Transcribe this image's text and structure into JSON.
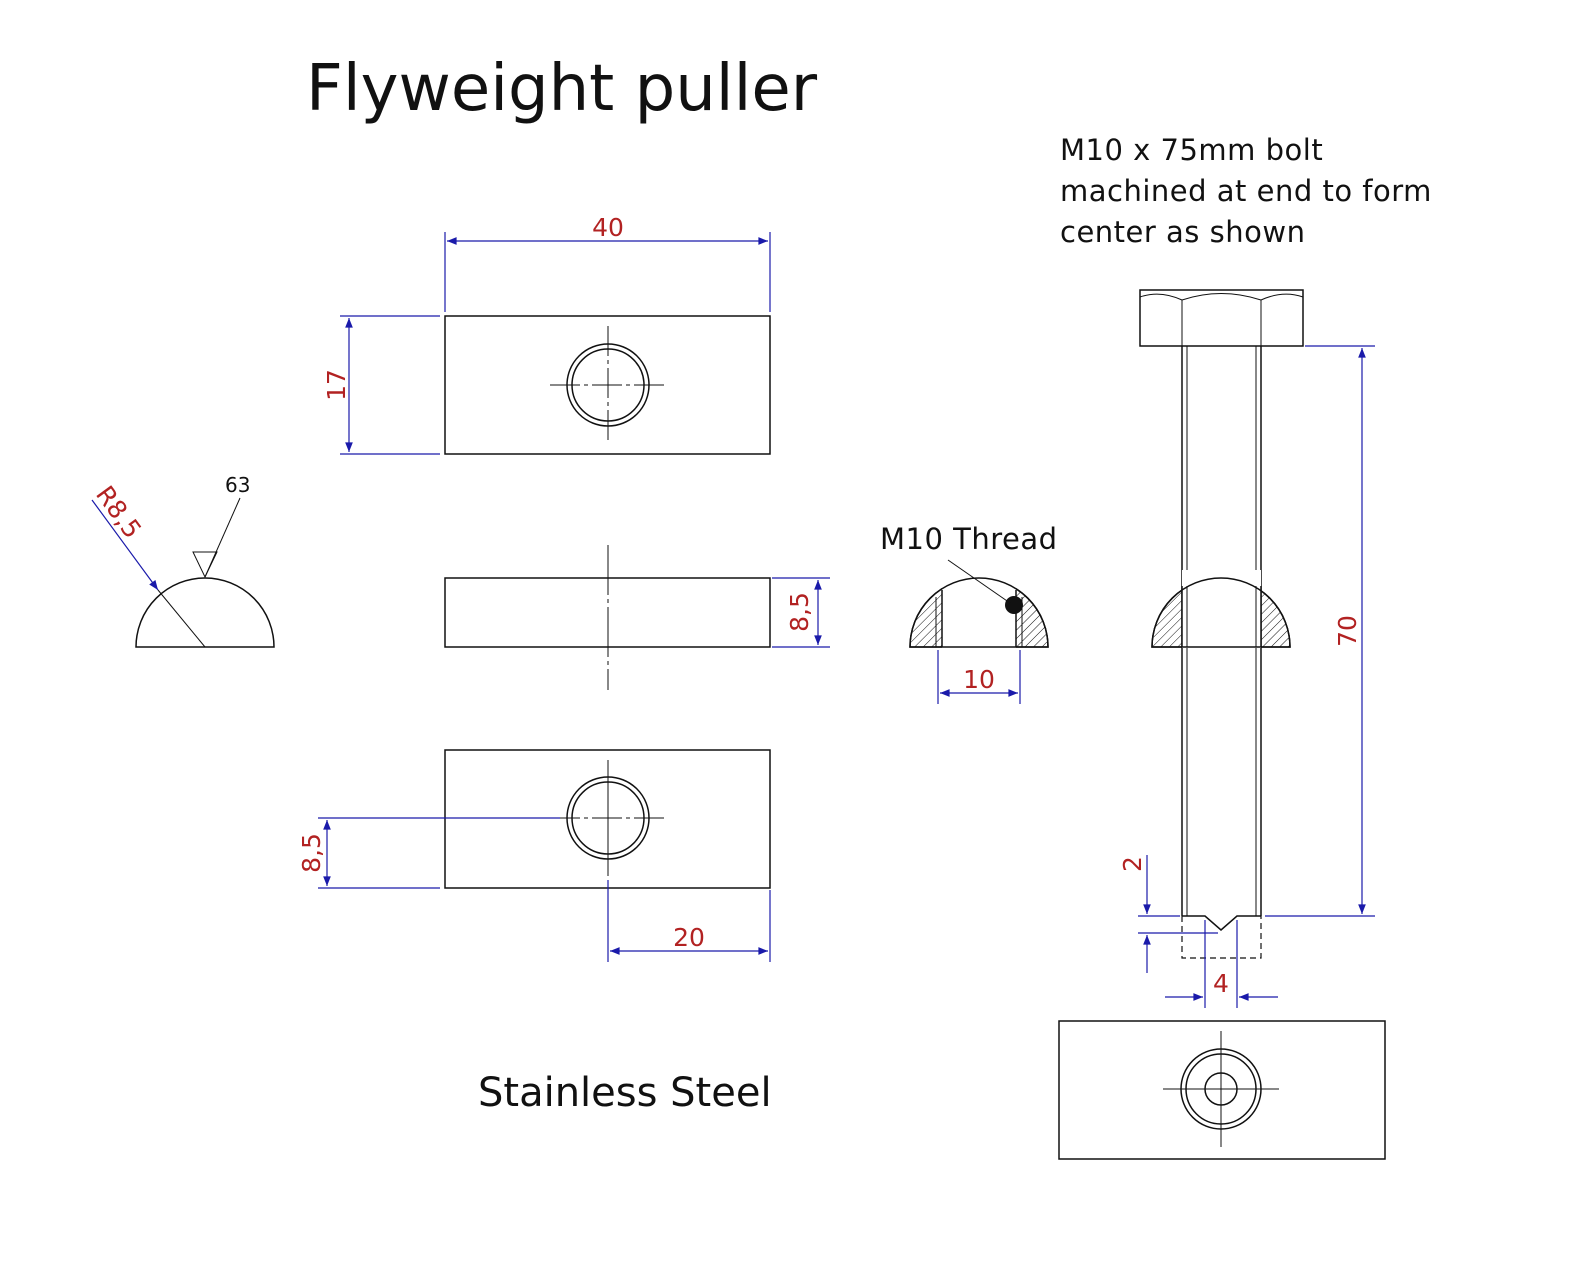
{
  "title": "Flyweight puller",
  "bolt_note": {
    "line1": "M10 x 75mm bolt",
    "line2": "machined at end to form",
    "line3": "center as shown"
  },
  "material": "Stainless Steel",
  "thread_callout": "M10 Thread",
  "surface_finish": "63",
  "radius_label": "R8,5",
  "dimensions": {
    "block_length": "40",
    "block_height": "17",
    "side_height": "8,5",
    "hole_offset_vertical": "8,5",
    "hole_offset_horizontal": "20",
    "thread_width": "10",
    "bolt_length": "70",
    "center_depth": "2",
    "center_dia": "4"
  },
  "colors": {
    "outline": "#111111",
    "dimension_line": "#1a1aaa",
    "dimension_text": "#b22222"
  }
}
